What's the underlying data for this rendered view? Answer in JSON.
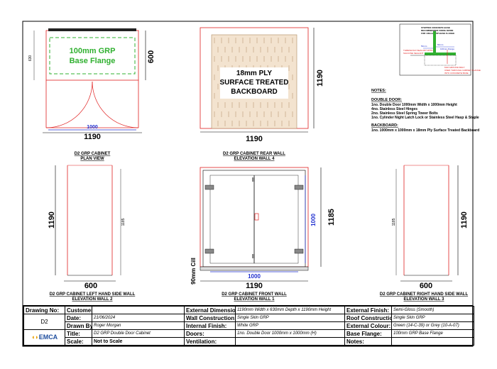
{
  "plan": {
    "label": "100mm GRP\nBase Flange",
    "label_line1": "100mm GRP",
    "label_line2": "Base Flange",
    "dim_depth": "600",
    "dim_small": "630",
    "dim_door": "1000",
    "dim_width": "1190",
    "caption_line1": "D2 GRP CABINET",
    "caption_line2": "PLAN VIEW"
  },
  "rear": {
    "label_line1": "18mm PLY",
    "label_line2": "SURFACE TREATED",
    "label_line3": "BACKBOARD",
    "dim_height": "1190",
    "dim_width": "1190",
    "caption_line1": "D2 GRP CABINET REAR WALL",
    "caption_line2": "ELEVATION WALL 4"
  },
  "detail": {
    "line1": "STEPPED CONCRETE BASE",
    "line2": "RECOMMENDED FIXING DOWN",
    "line3": "FOR 100mm GRP BASE FLANGE",
    "dim_a": "50mm",
    "dim_b": "50mm",
    "dim_c": "100mm Flange",
    "note_left1": "THRESHOLD SEALANT WITH",
    "note_left2": "SILICONE SEALANT",
    "note_right1": "M10 GROUND BOLT",
    "note_right2": "USED THROUGH CABINET FLANGE",
    "note_right3": "INTO CONCRETE BASE"
  },
  "notes": {
    "title": "NOTES:",
    "door_title": "DOUBLE DOOR:",
    "door_lines": [
      "1no. Double Door 1000mm Width x 1000mm Height",
      "4no. Stainless Steel Hinges",
      "2no. Stainless Steel Spring Tower Bolts",
      "1no. Cylinder Night Latch Lock or Stainless Steel Hasp & Staple"
    ],
    "board_title": "BACKBOARD:",
    "board_lines": [
      "1no. 1000mm x 1000mm x 18mm Ply Surface Treated Backboard"
    ]
  },
  "left": {
    "dim_height": "1190",
    "dim_inner": "1185",
    "dim_width": "600",
    "caption_line1": "D2 GRP CABINET LEFT HAND SIDE WALL",
    "caption_line2": "ELEVATION WALL 2"
  },
  "front": {
    "dim_height": "1185",
    "dim_door_h": "1000",
    "dim_door_w": "1000",
    "dim_width": "1190",
    "dim_cill": "90mm Cill",
    "caption_line1": "D2 GRP CABINET FRONT WALL",
    "caption_line2": "ELEVATION WALL 1"
  },
  "right": {
    "dim_height": "1190",
    "dim_inner": "1185",
    "dim_width": "600",
    "caption_line1": "D2 GRP CABINET RIGHT HAND SIDE WALL",
    "caption_line2": "ELEVATION WALL 3"
  },
  "titleblock": {
    "drawing_no_label": "Drawing No:",
    "drawing_no": "D2",
    "customer_label": "Customer:",
    "customer": "",
    "date_label": "Date:",
    "date": "21/06/2024",
    "drawn_by_label": "Drawn By:",
    "drawn_by": "Roger Morgan",
    "title_label": "Title:",
    "title": "D2 GRP Double Door Cabinet",
    "scale_label": "Scale:",
    "scale": "Not to Scale",
    "logo": "EMCA",
    "ext_dim_label": "External Dimensions:",
    "ext_dim": "1190mm Width x 630mm Depth x 1190mm Height",
    "wall_label": "Wall Construction:",
    "wall": "Single Skin GRP",
    "int_finish_label": "Internal Finish:",
    "int_finish": "White GRP",
    "doors_label": "Doors:",
    "doors": "1no. Double Door 1000mm x 1000mm (H)",
    "vent_label": "Ventilation:",
    "vent": "",
    "ext_finish_label": "External Finish:",
    "ext_finish": "Semi-Gloss (Smooth)",
    "roof_label": "Roof Construction:",
    "roof": "Single Skin GRP",
    "colour_label": "External Colour:",
    "colour": "Green (14-C-39) or Grey (10-A-07)",
    "flange_label": "Base Flange:",
    "flange": "100mm GRP Base Flange",
    "notes_label": "Notes:",
    "notes": ""
  },
  "colors": {
    "red": "#e02020",
    "blue": "#2030d0",
    "green": "#30b030",
    "wood": "#f3e3cf",
    "wood_grain": "#b08a60"
  }
}
